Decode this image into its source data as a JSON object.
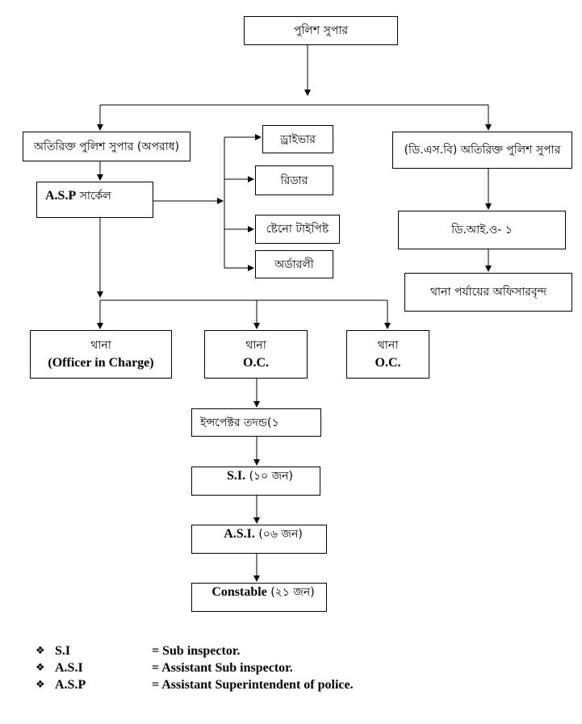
{
  "org_chart": {
    "superintendent": "পুলিশ সুপার",
    "addl_sp_crime": "অতিরিক্ত পুলিশ সুপার (অপরাধ)",
    "addl_sp_dsb": "(ডি.এস.বি) অতিরিক্ত পুলিশ সুপার",
    "asp_circle_en": "A.S.P",
    "asp_circle_bn": "সার্কেল",
    "driver": "ড্রাইভার",
    "reader": "রিডার",
    "steno_typist": "ষ্টেনো টাইপিষ্ট",
    "orderly": "অর্ডারলী",
    "dio1": "ডি.আই.ও- ১",
    "station_officers": "থানা পর্যায়ের অফিসারবৃন্দ",
    "thana_1_label": "থানা",
    "thana_1_sub": "(Officer in Charge)",
    "thana_2_label": "থানা",
    "thana_2_sub": "O.C.",
    "thana_3_label": "থানা",
    "thana_3_sub": "O.C.",
    "inspector": "ইন্সপেক্টর তদন্ড(১",
    "si_en": "S.I.",
    "si_bn": "(১০ জন)",
    "asi_en": "A.S.I.",
    "asi_bn": "(০৬ জন)",
    "constable_en": "Constable",
    "constable_bn": "(২১ জন)"
  },
  "legend": [
    {
      "bullet": "❖",
      "abbr": "S.I",
      "definition": "= Sub inspector."
    },
    {
      "bullet": "❖",
      "abbr": "A.S.I",
      "definition": "= Assistant Sub inspector."
    },
    {
      "bullet": "❖",
      "abbr": "A.S.P",
      "definition": "= Assistant Superintendent of police."
    }
  ]
}
